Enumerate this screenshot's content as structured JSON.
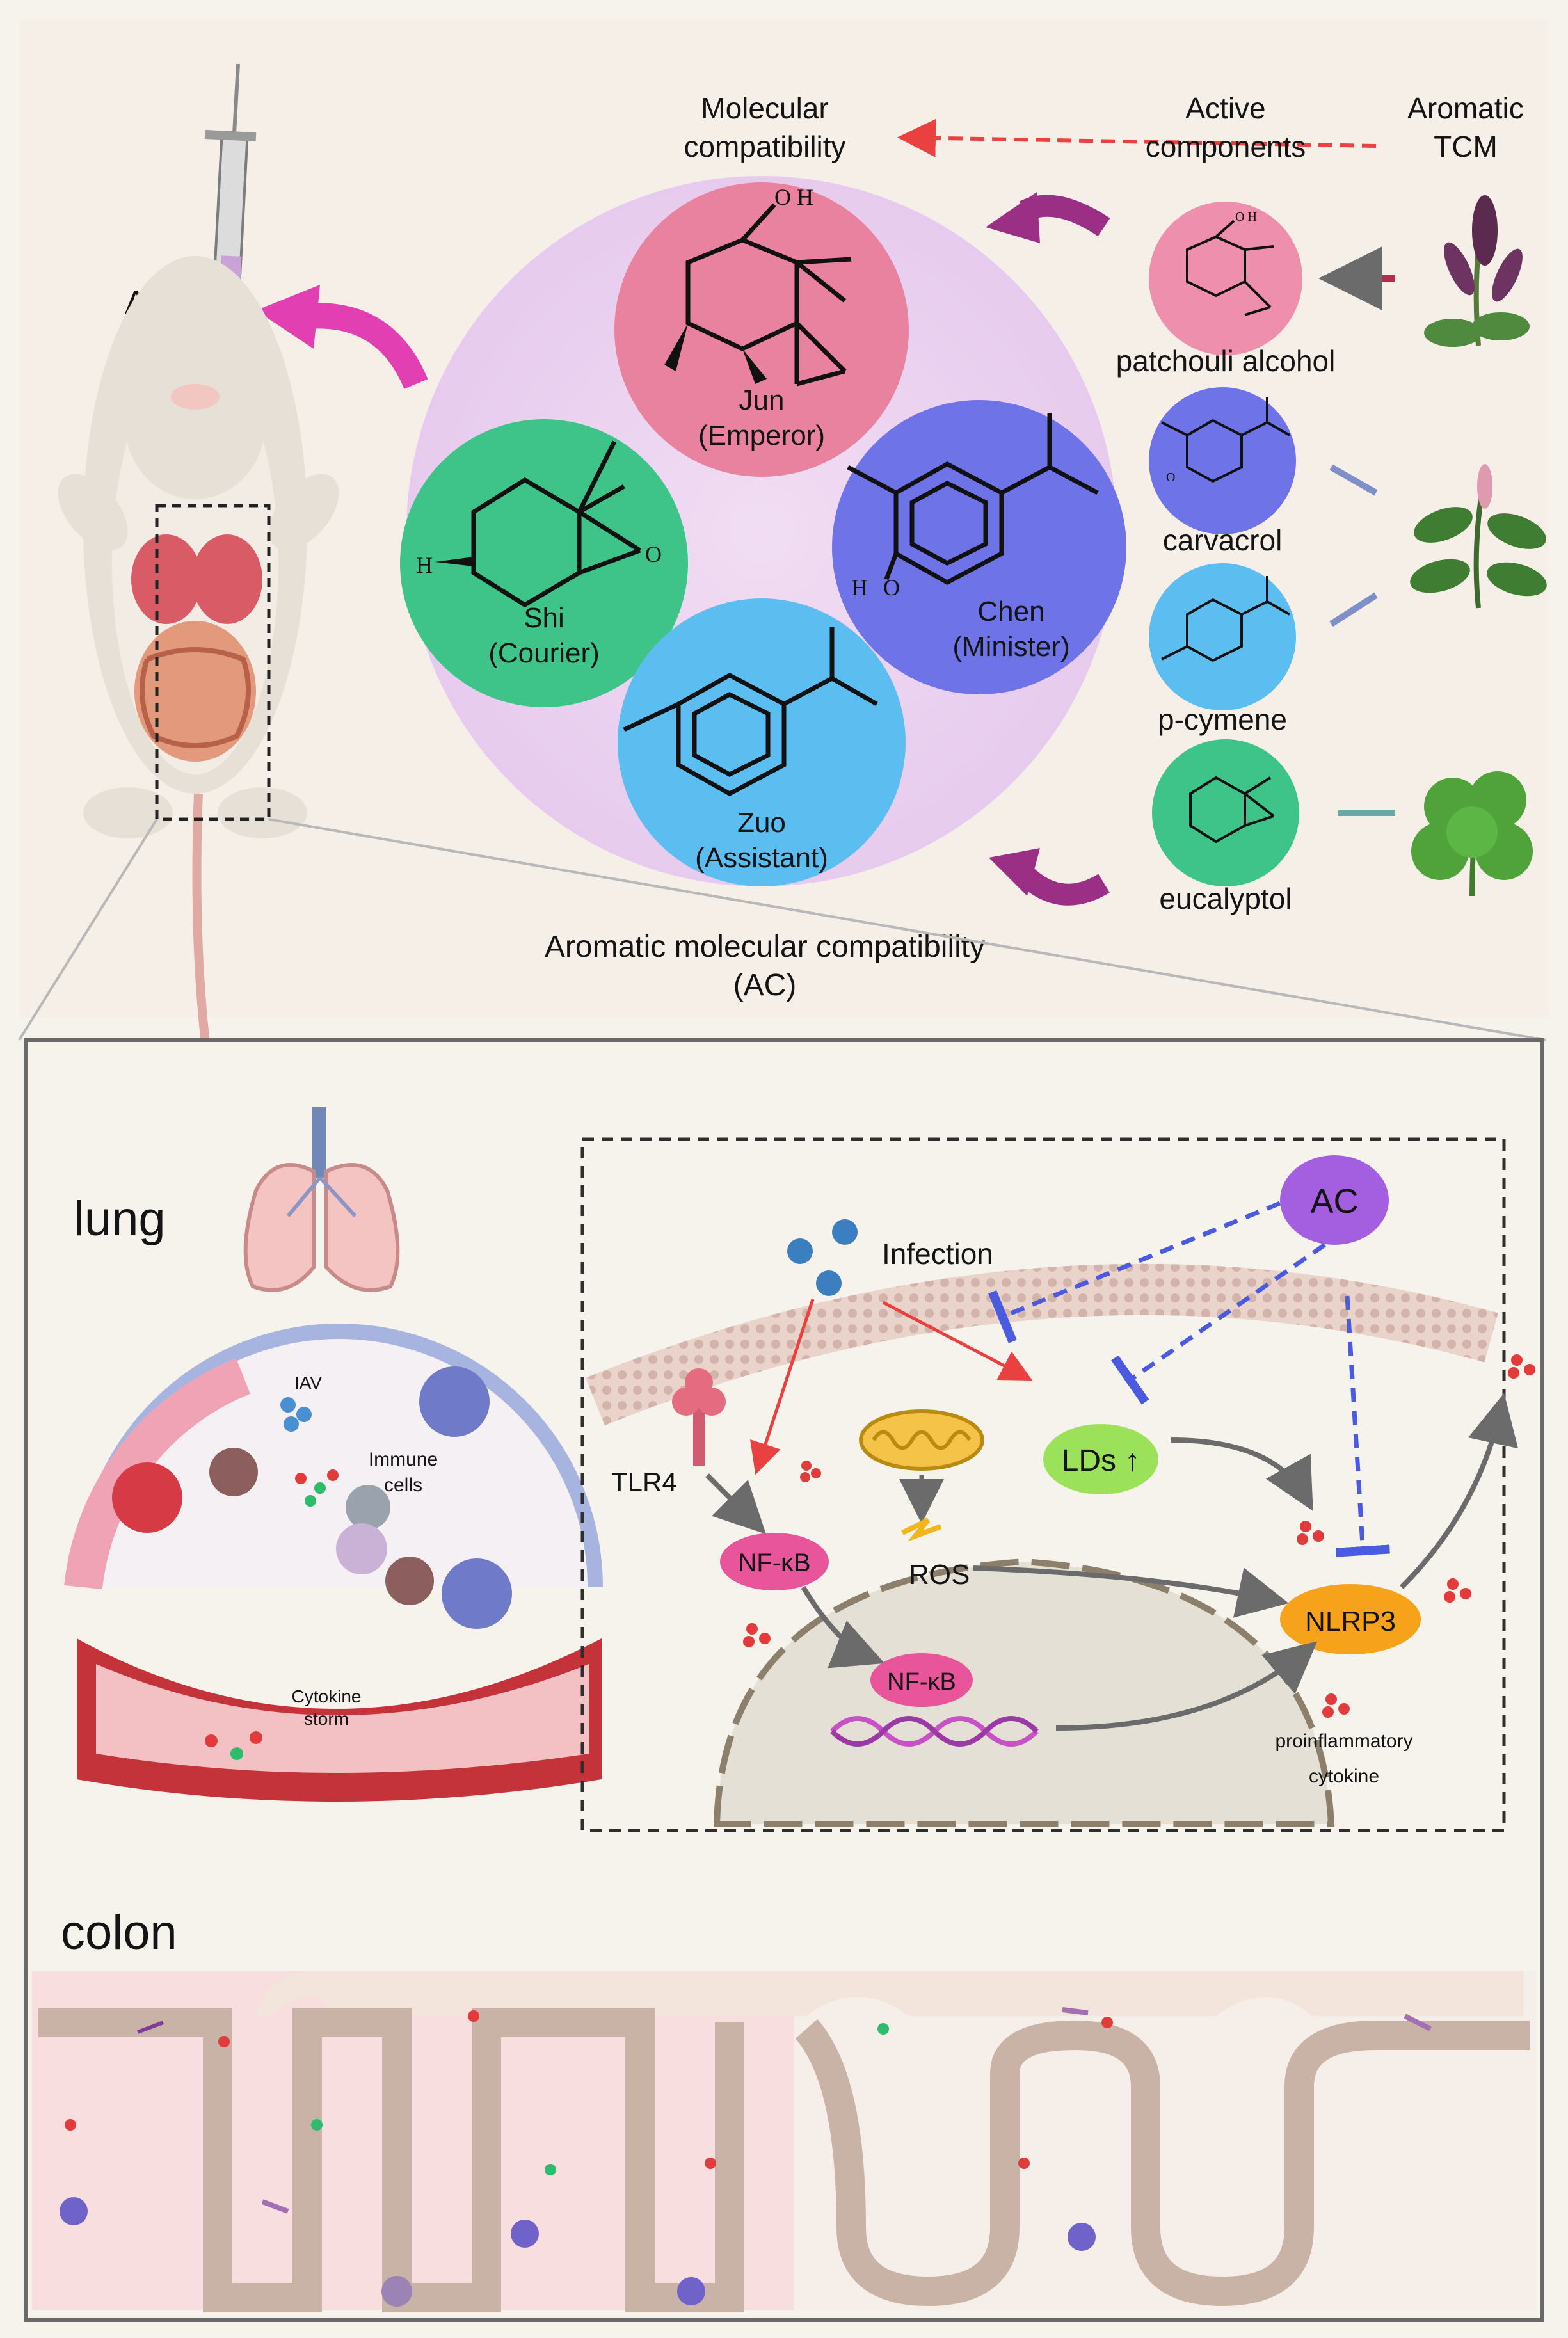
{
  "top": {
    "ac_label": "AC",
    "molecular_compatibility": [
      "Molecular",
      "compatibility"
    ],
    "active_components": [
      "Active",
      "components"
    ],
    "aromatic_tcm": [
      "Aromatic",
      "TCM"
    ],
    "title": [
      "Aromatic molecular compatibility",
      "(AC)"
    ],
    "roles": [
      {
        "name": "Jun",
        "role": "(Emperor)",
        "color": "#e8829f"
      },
      {
        "name": "Chen",
        "role": "(Minister)",
        "color": "#6e74e8"
      },
      {
        "name": "Zuo",
        "role": "(Assistant)",
        "color": "#5bbdf0"
      },
      {
        "name": "Shi",
        "role": "(Courier)",
        "color": "#3ec489"
      }
    ],
    "components": [
      {
        "name": "patchouli alcohol",
        "color": "#ef8fae"
      },
      {
        "name": "carvacrol",
        "color": "#6e74e8"
      },
      {
        "name": "p-cymene",
        "color": "#5bbdf0"
      },
      {
        "name": "eucalyptol",
        "color": "#3ec489"
      }
    ],
    "atom_labels": {
      "oh": "O H",
      "o": "O",
      "h": "H"
    }
  },
  "lung": {
    "title": "lung",
    "iav": "IAV",
    "immune_cells": [
      "Immune",
      "cells"
    ],
    "cytokine_storm": [
      "Cytokine",
      "storm"
    ]
  },
  "pathway": {
    "ac": "AC",
    "infection": "Infection",
    "tlr4": "TLR4",
    "nfkb": "NF-κB",
    "nfkb_nucleus": "NF-κB",
    "ros": "ROS",
    "lds": "LDs ↑",
    "nlrp3": "NLRP3",
    "cytokine_label": [
      "proinflammatory",
      "cytokine"
    ],
    "colors": {
      "ac": "#a45ee0",
      "nfkb": "#e8559a",
      "lds": "#9be25a",
      "nlrp3": "#f7a21b",
      "inhibit": "#4a5be0",
      "infection_arrow": "#e94040"
    }
  },
  "colon": {
    "title": "colon"
  }
}
